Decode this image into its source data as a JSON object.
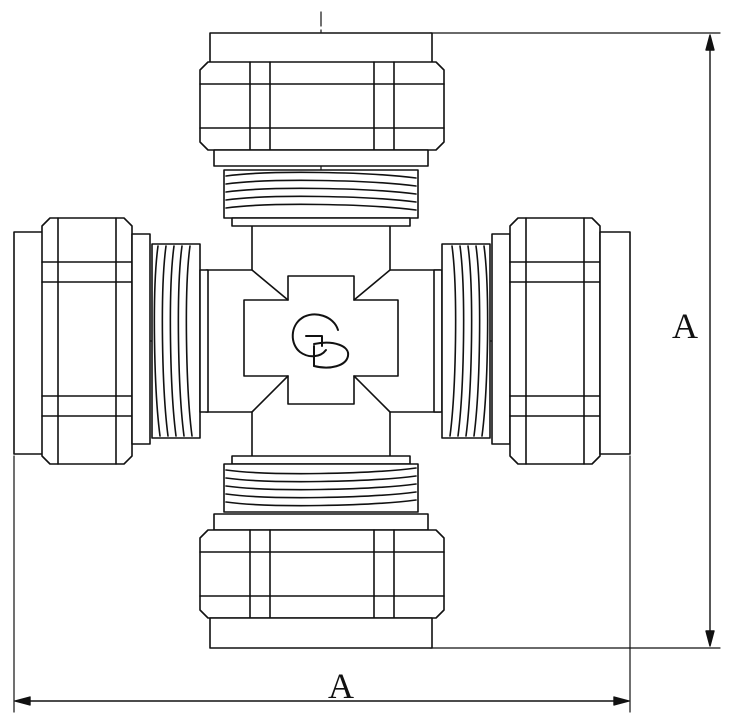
{
  "dimension_labels": {
    "vertical": "A",
    "horizontal": "A"
  },
  "logo": {
    "text": "GD"
  },
  "colors": {
    "line": "#111111",
    "background": "#ffffff"
  }
}
